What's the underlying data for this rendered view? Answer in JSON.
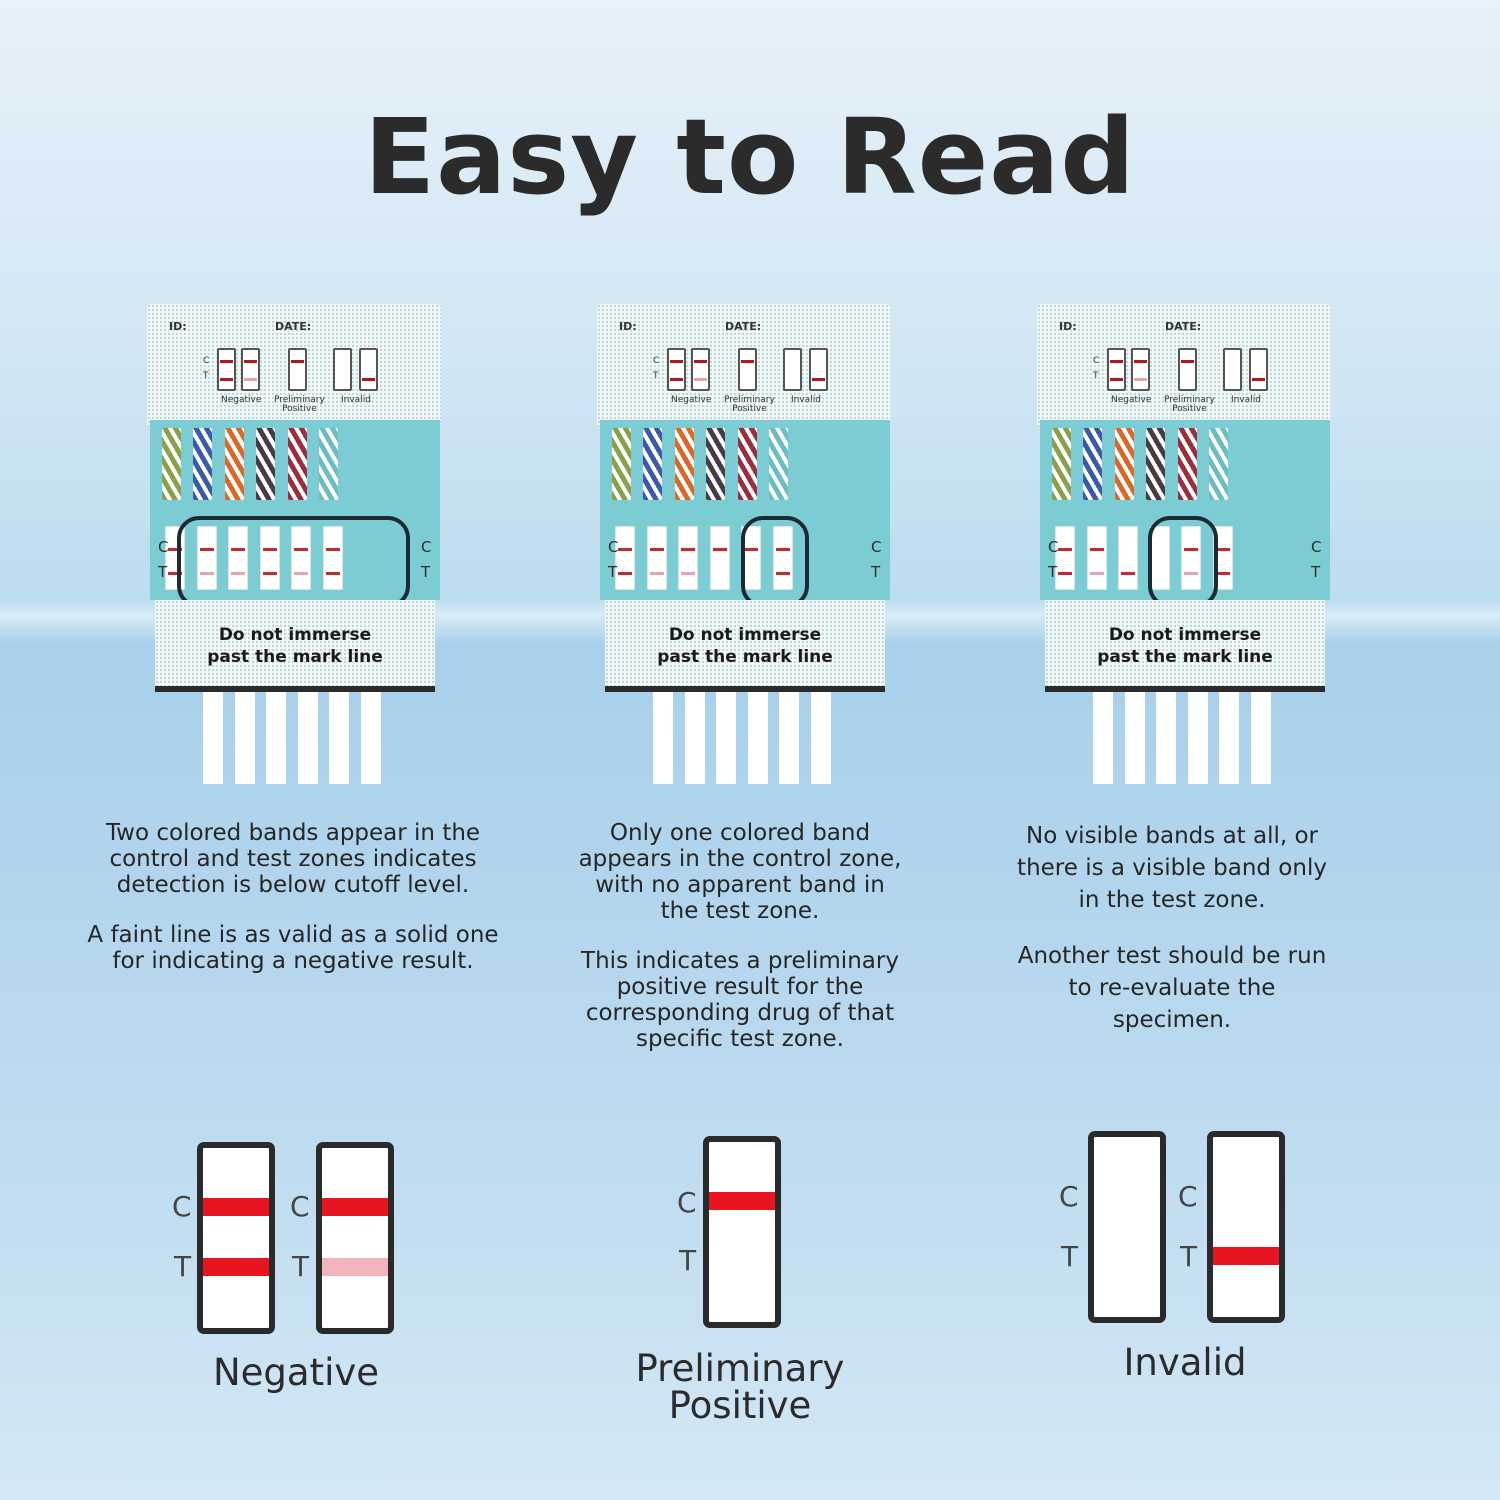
{
  "title": "Easy to Read",
  "cassette": {
    "id_label": "ID:",
    "date_label": "DATE:",
    "legend_negative": "Negative",
    "legend_prelim_1": "Preliminary",
    "legend_prelim_2": "Positive",
    "legend_invalid": "Invalid",
    "c_letter": "C",
    "t_letter": "T",
    "warning_line1": "Do not immerse",
    "warning_line2": "past the mark line"
  },
  "columns": [
    {
      "paragraph1": "Two colored bands appear in the control and test zones indicates detection is below cutoff level.",
      "paragraph2": "A faint line is as valid as a solid one for indicating a negative result.",
      "caption_line1": "Negative",
      "caption_line2": ""
    },
    {
      "paragraph1": "Only one colored band appears in the control zone, with no apparent band in the test zone.",
      "paragraph2": "This indicates a preliminary positive result for the corresponding drug of that specific test zone.",
      "caption_line1": "Preliminary",
      "caption_line2": "Positive"
    },
    {
      "paragraph1": "No visible bands at all, or there is a visible band only in the test zone.",
      "paragraph2": "Another test should be run to re-evaluate the specimen.",
      "caption_line1": "Invalid",
      "caption_line2": ""
    }
  ],
  "strip_labels": {
    "c": "C",
    "t": "T"
  },
  "colors": {
    "band_red": "#e8141f",
    "band_faint": "#f2b4bb",
    "cassette_teal": "#7ccdd3",
    "title_text": "#2b2b2b"
  }
}
